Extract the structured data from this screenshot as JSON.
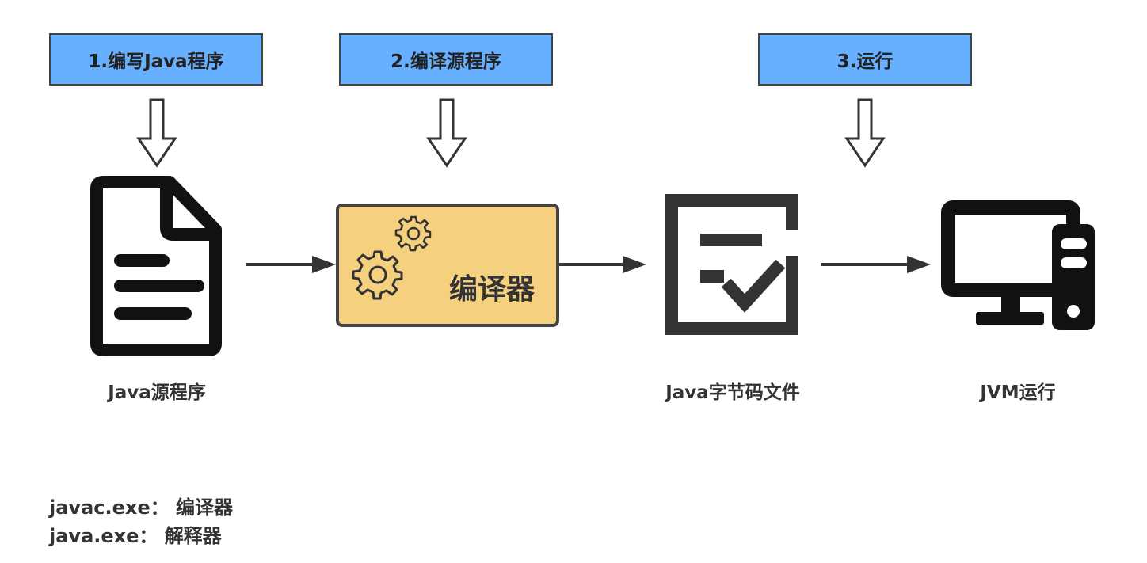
{
  "steps": [
    {
      "label": "1.编写Java程序"
    },
    {
      "label": "2.编译源程序"
    },
    {
      "label": "3.运行"
    }
  ],
  "captions": {
    "source": "Java源程序",
    "bytecode": "Java字节码文件",
    "jvm": "JVM运行"
  },
  "compiler": {
    "label": "编译器",
    "fill_color": "#f5d17f"
  },
  "notes": {
    "line1": "javac.exe： 编译器",
    "line2": "java.exe： 解释器"
  },
  "colors": {
    "step_fill": "#66b0ff",
    "icon": "#111111",
    "arrow": "#333333"
  },
  "icons": [
    "document-icon",
    "gear-icon",
    "checklist-icon",
    "computer-icon",
    "down-arrow-icon",
    "right-arrow-icon"
  ]
}
